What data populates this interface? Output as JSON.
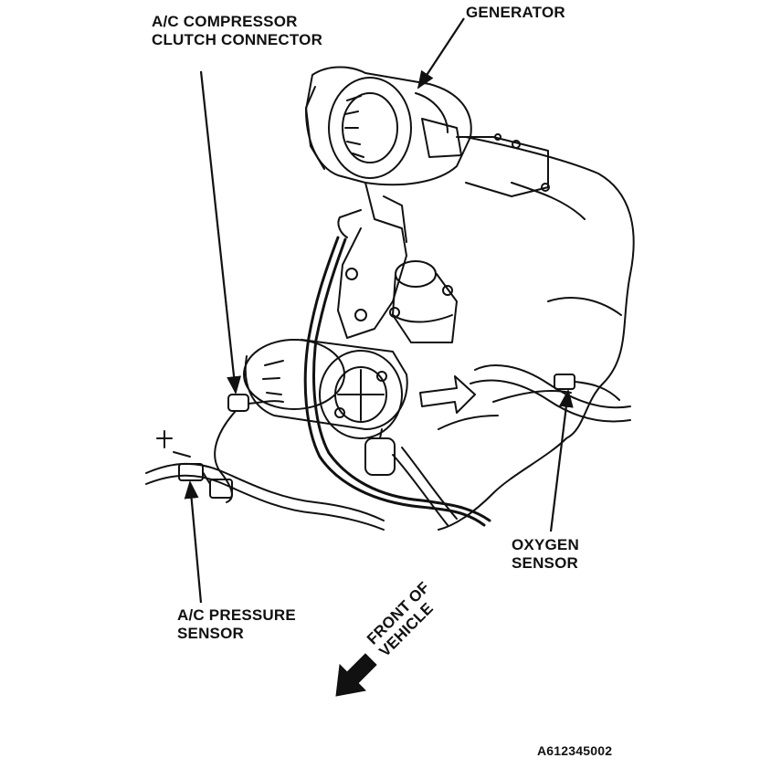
{
  "labels": {
    "compressor_line1": "A/C COMPRESSOR",
    "compressor_line2": "CLUTCH CONNECTOR",
    "generator": "GENERATOR",
    "oxygen_line1": "OXYGEN",
    "oxygen_line2": "SENSOR",
    "pressure_line1": "A/C PRESSURE",
    "pressure_line2": "SENSOR",
    "front_line1": "FRONT OF",
    "front_line2": "VEHICLE",
    "figure_code": "A612345002"
  },
  "colors": {
    "ink": "#111111",
    "background": "#ffffff"
  }
}
